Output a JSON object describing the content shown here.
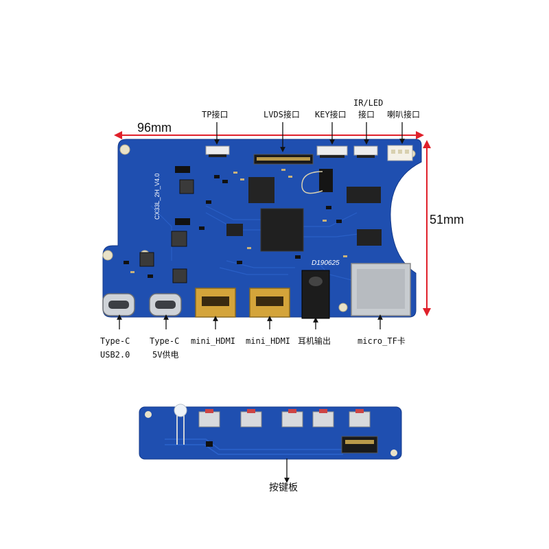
{
  "dimensions": {
    "width": "96mm",
    "height": "51mm"
  },
  "top_labels": {
    "tp": "TP接口",
    "lvds": "LVDS接口",
    "key": "KEY接口",
    "irled_line1": "IR/LED",
    "irled_line2": "接口",
    "speaker": "喇叭接口"
  },
  "bottom_labels": {
    "typec_usb_line1": "Type-C",
    "typec_usb_line2": "USB2.0",
    "typec_power_line1": "Type-C",
    "typec_power_line2": "5V供电",
    "hdmi1": "mini_HDMI",
    "hdmi2": "mini_HDMI",
    "earphone": "耳机输出",
    "tf": "micro_TF卡"
  },
  "board": {
    "silk_model": "CX33L_2H_V4.0",
    "silk_date": "D190625"
  },
  "key_board_label": "按键板",
  "colors": {
    "pcb": "#1f4fb0",
    "pcb_dark": "#163e92",
    "dim_line": "#e0202a",
    "arrow": "#111111"
  }
}
